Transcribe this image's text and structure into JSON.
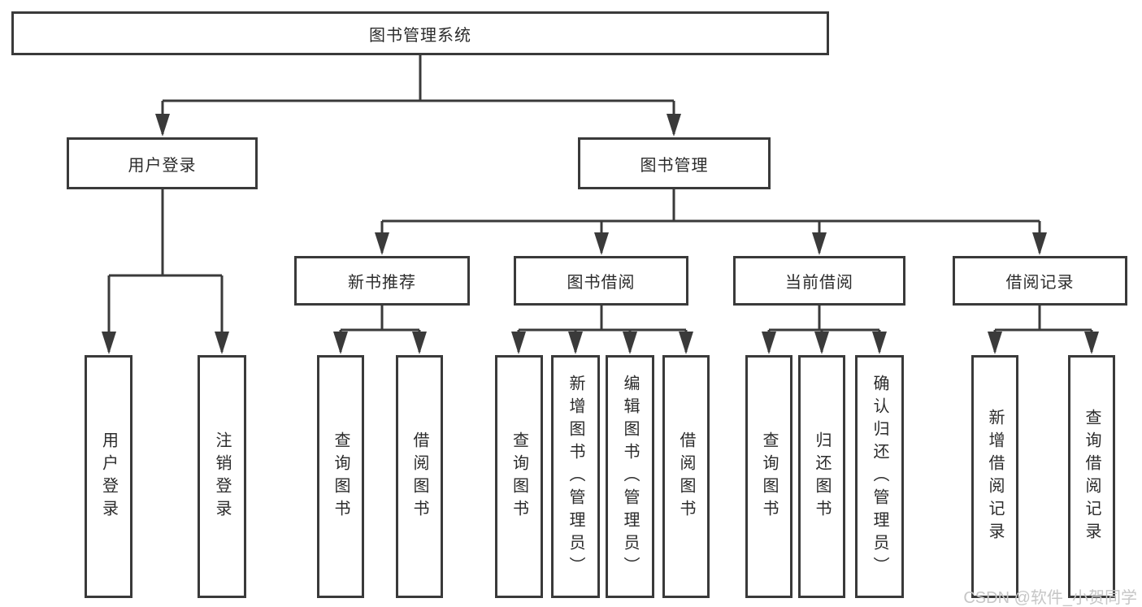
{
  "diagram": {
    "nodes": {
      "root": "图书管理系统",
      "user_login": "用户登录",
      "book_mgmt": "图书管理",
      "new_books": "新书推荐",
      "book_borrow": "图书借阅",
      "current_borrow": "当前借阅",
      "borrow_records": "借阅记录",
      "leaf_user_login": "用户登录",
      "leaf_logout": "注销登录",
      "leaf_nb_query": "查询图书",
      "leaf_nb_borrow": "借阅图书",
      "leaf_bb_query": "查询图书",
      "leaf_bb_add": "新增图书（管理员）",
      "leaf_bb_edit": "编辑图书（管理员）",
      "leaf_bb_borrow": "借阅图书",
      "leaf_cb_query": "查询图书",
      "leaf_cb_return": "归还图书",
      "leaf_cb_confirm": "确认归还（管理员）",
      "leaf_br_add": "新增借阅记录",
      "leaf_br_query": "查询借阅记录"
    }
  },
  "watermark": "CSDN @软件_小贺同学",
  "colors": {
    "line": "#3a3a3a",
    "text": "#2b2b2b",
    "background": "#ffffff",
    "watermark": "#c6c6c6"
  }
}
